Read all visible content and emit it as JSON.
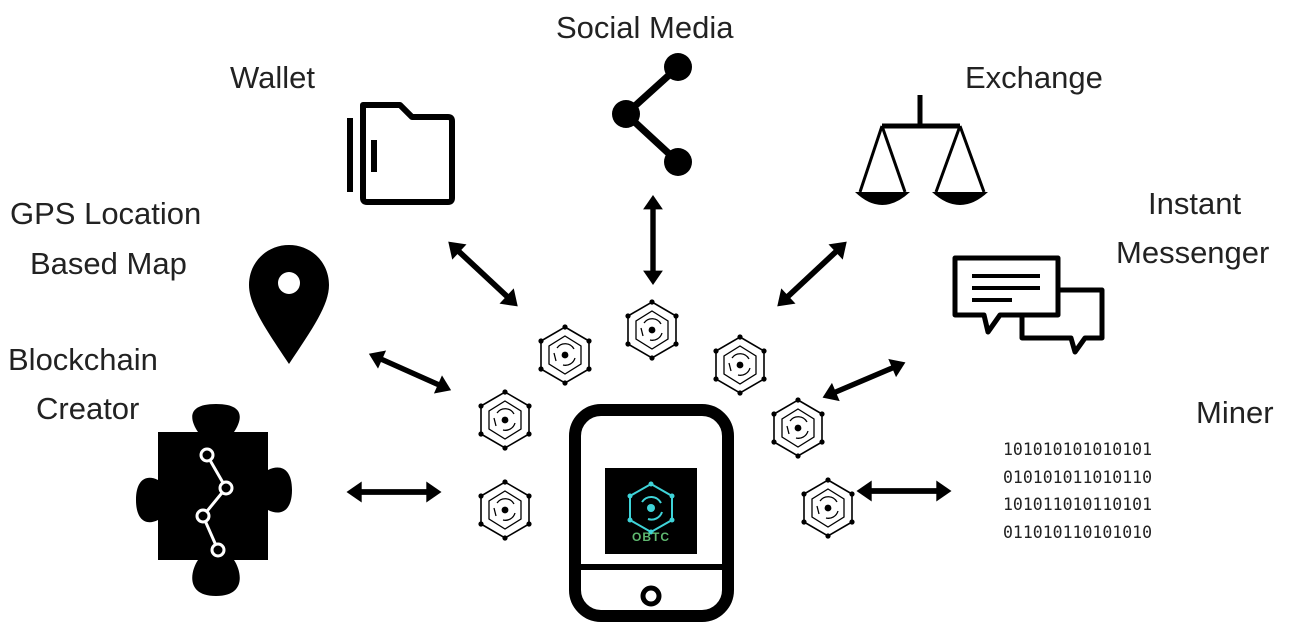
{
  "nodes": {
    "social_media": "Social Media",
    "wallet": "Wallet",
    "exchange": "Exchange",
    "gps_line1": "GPS Location",
    "gps_line2": "Based Map",
    "instant_line1": "Instant",
    "instant_line2": "Messenger",
    "blockchain_line1": "Blockchain",
    "blockchain_line2": "Creator",
    "miner": "Miner"
  },
  "miner_binary": [
    "101010101010101",
    "010101011010110",
    "101011010110101",
    "011010110101010"
  ],
  "center": {
    "logo_text": "OBTC"
  },
  "colors": {
    "ink": "#000000",
    "logo_bg": "#000000",
    "logo_accent": "#3fd3d8",
    "logo_text": "#5fb870"
  },
  "icons": [
    "share-icon",
    "folder-icon",
    "scales-icon",
    "location-pin-icon",
    "chat-bubbles-icon",
    "puzzle-piece-icon",
    "smartphone-icon",
    "hexagon-node-icon"
  ]
}
